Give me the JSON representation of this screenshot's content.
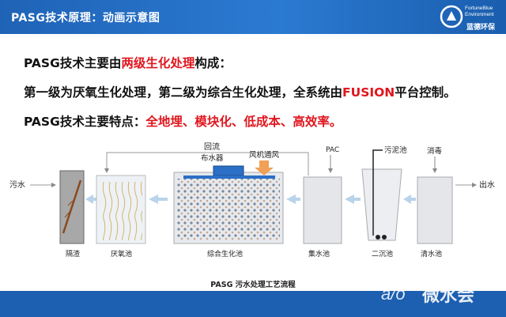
{
  "header": {
    "title": "PASG技术原理：动画示意图"
  },
  "logo": {
    "line1": "FortuneBlue",
    "line2": "Environment",
    "cn": "蓝德环保"
  },
  "body": {
    "line1": {
      "pre": "PASG技术主要由",
      "highlight": "两级生化处理",
      "post": "构成："
    },
    "line2": {
      "pre": "第一级为厌氧生化处理，第二级为综合生化处理，全系统由",
      "highlight": "FUSION",
      "post": "平台控制。"
    },
    "line3": {
      "pre": "PASG技术主要特点：",
      "highlight": "全地埋、模块化、低成本、高效率。"
    }
  },
  "diagram": {
    "inlet": "污水",
    "outlet": "出水",
    "return_label": "回流",
    "distributor": "布水器",
    "blower": "风机通风",
    "pac": "PAC",
    "sludge_tank": "污泥池",
    "disinfect": "消毒",
    "units": [
      "隔渣",
      "厌氧池",
      "综合生化池",
      "集水池",
      "二沉池",
      "清水池"
    ]
  },
  "caption": "PASG 污水处理工艺流程",
  "watermark": "微水会",
  "colors": {
    "header": "#1f63b6",
    "accent_red": "#e0161e",
    "arrow": "#b9d3ea"
  }
}
